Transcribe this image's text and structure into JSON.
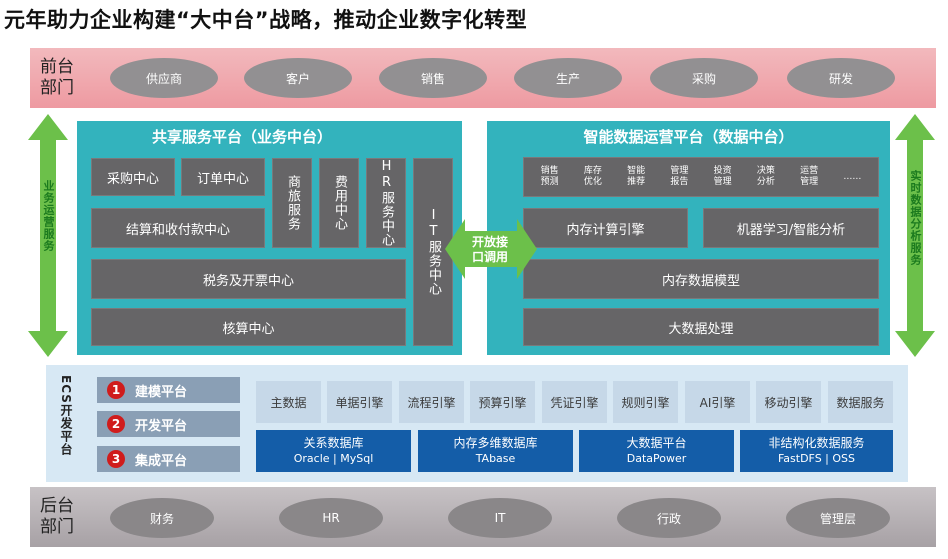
{
  "title": "元年助力企业构建“大中台”战略，推动企业数字化转型",
  "front": {
    "label": "前台部门",
    "items": [
      "供应商",
      "客户",
      "销售",
      "生产",
      "采购",
      "研发"
    ]
  },
  "left_arrow_label": "业务运营服务",
  "right_arrow_label": "实时数据分析服务",
  "business_platform": {
    "title": "共享服务平台（业务中台）",
    "procurement": "采购中心",
    "order": "订单中心",
    "travel": "商旅服务",
    "expense": "费用中心",
    "hr": "HR服务中心",
    "settlement": "结算和收付款中心",
    "tax": "税务及开票中心",
    "accounting": "核算中心",
    "it": "IT服务中心"
  },
  "connector": "开放接口调用",
  "data_platform": {
    "title": "智能数据运营平台（数据中台）",
    "small_items": [
      "销售预测",
      "库存优化",
      "智能推荐",
      "管理报告",
      "投资管理",
      "决策分析",
      "运营管理",
      "……"
    ],
    "in_memory_compute": "内存计算引擎",
    "ml": "机器学习/智能分析",
    "in_memory_model": "内存数据模型",
    "big_data": "大数据处理"
  },
  "ecs": {
    "label": "ECS开发平台",
    "items": [
      {
        "num": "1",
        "label": "建模平台"
      },
      {
        "num": "2",
        "label": "开发平台"
      },
      {
        "num": "3",
        "label": "集成平台"
      }
    ],
    "engines": [
      "主数据",
      "单据引擎",
      "流程引擎",
      "预算引擎",
      "凭证引擎",
      "规则引擎",
      "AI引擎",
      "移动引擎",
      "数据服务"
    ],
    "databases": [
      {
        "name": "关系数据库",
        "sub": "Oracle | MySql"
      },
      {
        "name": "内存多维数据库",
        "sub": "TAbase"
      },
      {
        "name": "大数据平台",
        "sub": "DataPower"
      },
      {
        "name": "非结构化数据服务",
        "sub": "FastDFS | OSS"
      }
    ]
  },
  "back": {
    "label": "后台部门",
    "items": [
      "财务",
      "HR",
      "IT",
      "行政",
      "管理层"
    ]
  },
  "colors": {
    "front_band": "#ee9aa1",
    "back_band": "#a7a1a5",
    "panel": "#33b3bd",
    "box": "#666567",
    "arrow_green": "#6cc04a",
    "db_blue": "#145da8",
    "ecs_bg": "#d7e8f4"
  }
}
